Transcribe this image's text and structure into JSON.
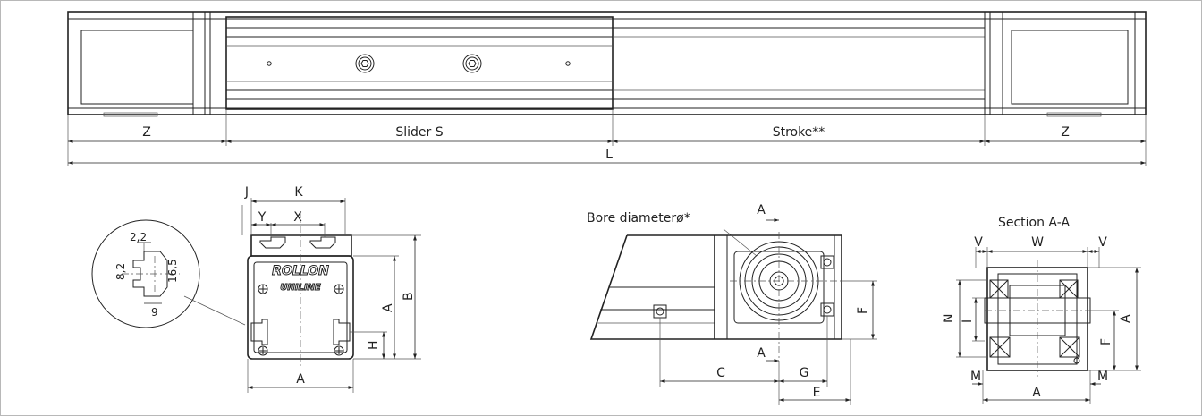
{
  "top_view": {
    "labels": {
      "z_left": "Z",
      "slider": "Slider S",
      "stroke": "Stroke**",
      "z_right": "Z",
      "length": "L"
    }
  },
  "front_view": {
    "labels": {
      "j": "J",
      "k": "K",
      "y": "Y",
      "x": "X",
      "a_vertical": "A",
      "b": "B",
      "h": "H",
      "a_bottom": "A"
    },
    "logo_line1": "ROLLON",
    "logo_line2": "UNILINE",
    "detail": {
      "d1": "2,2",
      "d2": "8,2",
      "d3": "16,5",
      "d4": "9"
    }
  },
  "side_view": {
    "bore_label": "Bore diameter",
    "bore_symbol": "ø*",
    "labels": {
      "section_top": "A",
      "section_bottom": "A",
      "f": "F",
      "c": "C",
      "g": "G",
      "e": "E"
    }
  },
  "section_view": {
    "title": "Section A-A",
    "labels": {
      "v_left": "V",
      "w": "W",
      "v_right": "V",
      "n": "N",
      "i": "I",
      "f": "F",
      "a_right": "A",
      "m_left": "M",
      "m_right": "M",
      "a_bottom": "A"
    }
  }
}
